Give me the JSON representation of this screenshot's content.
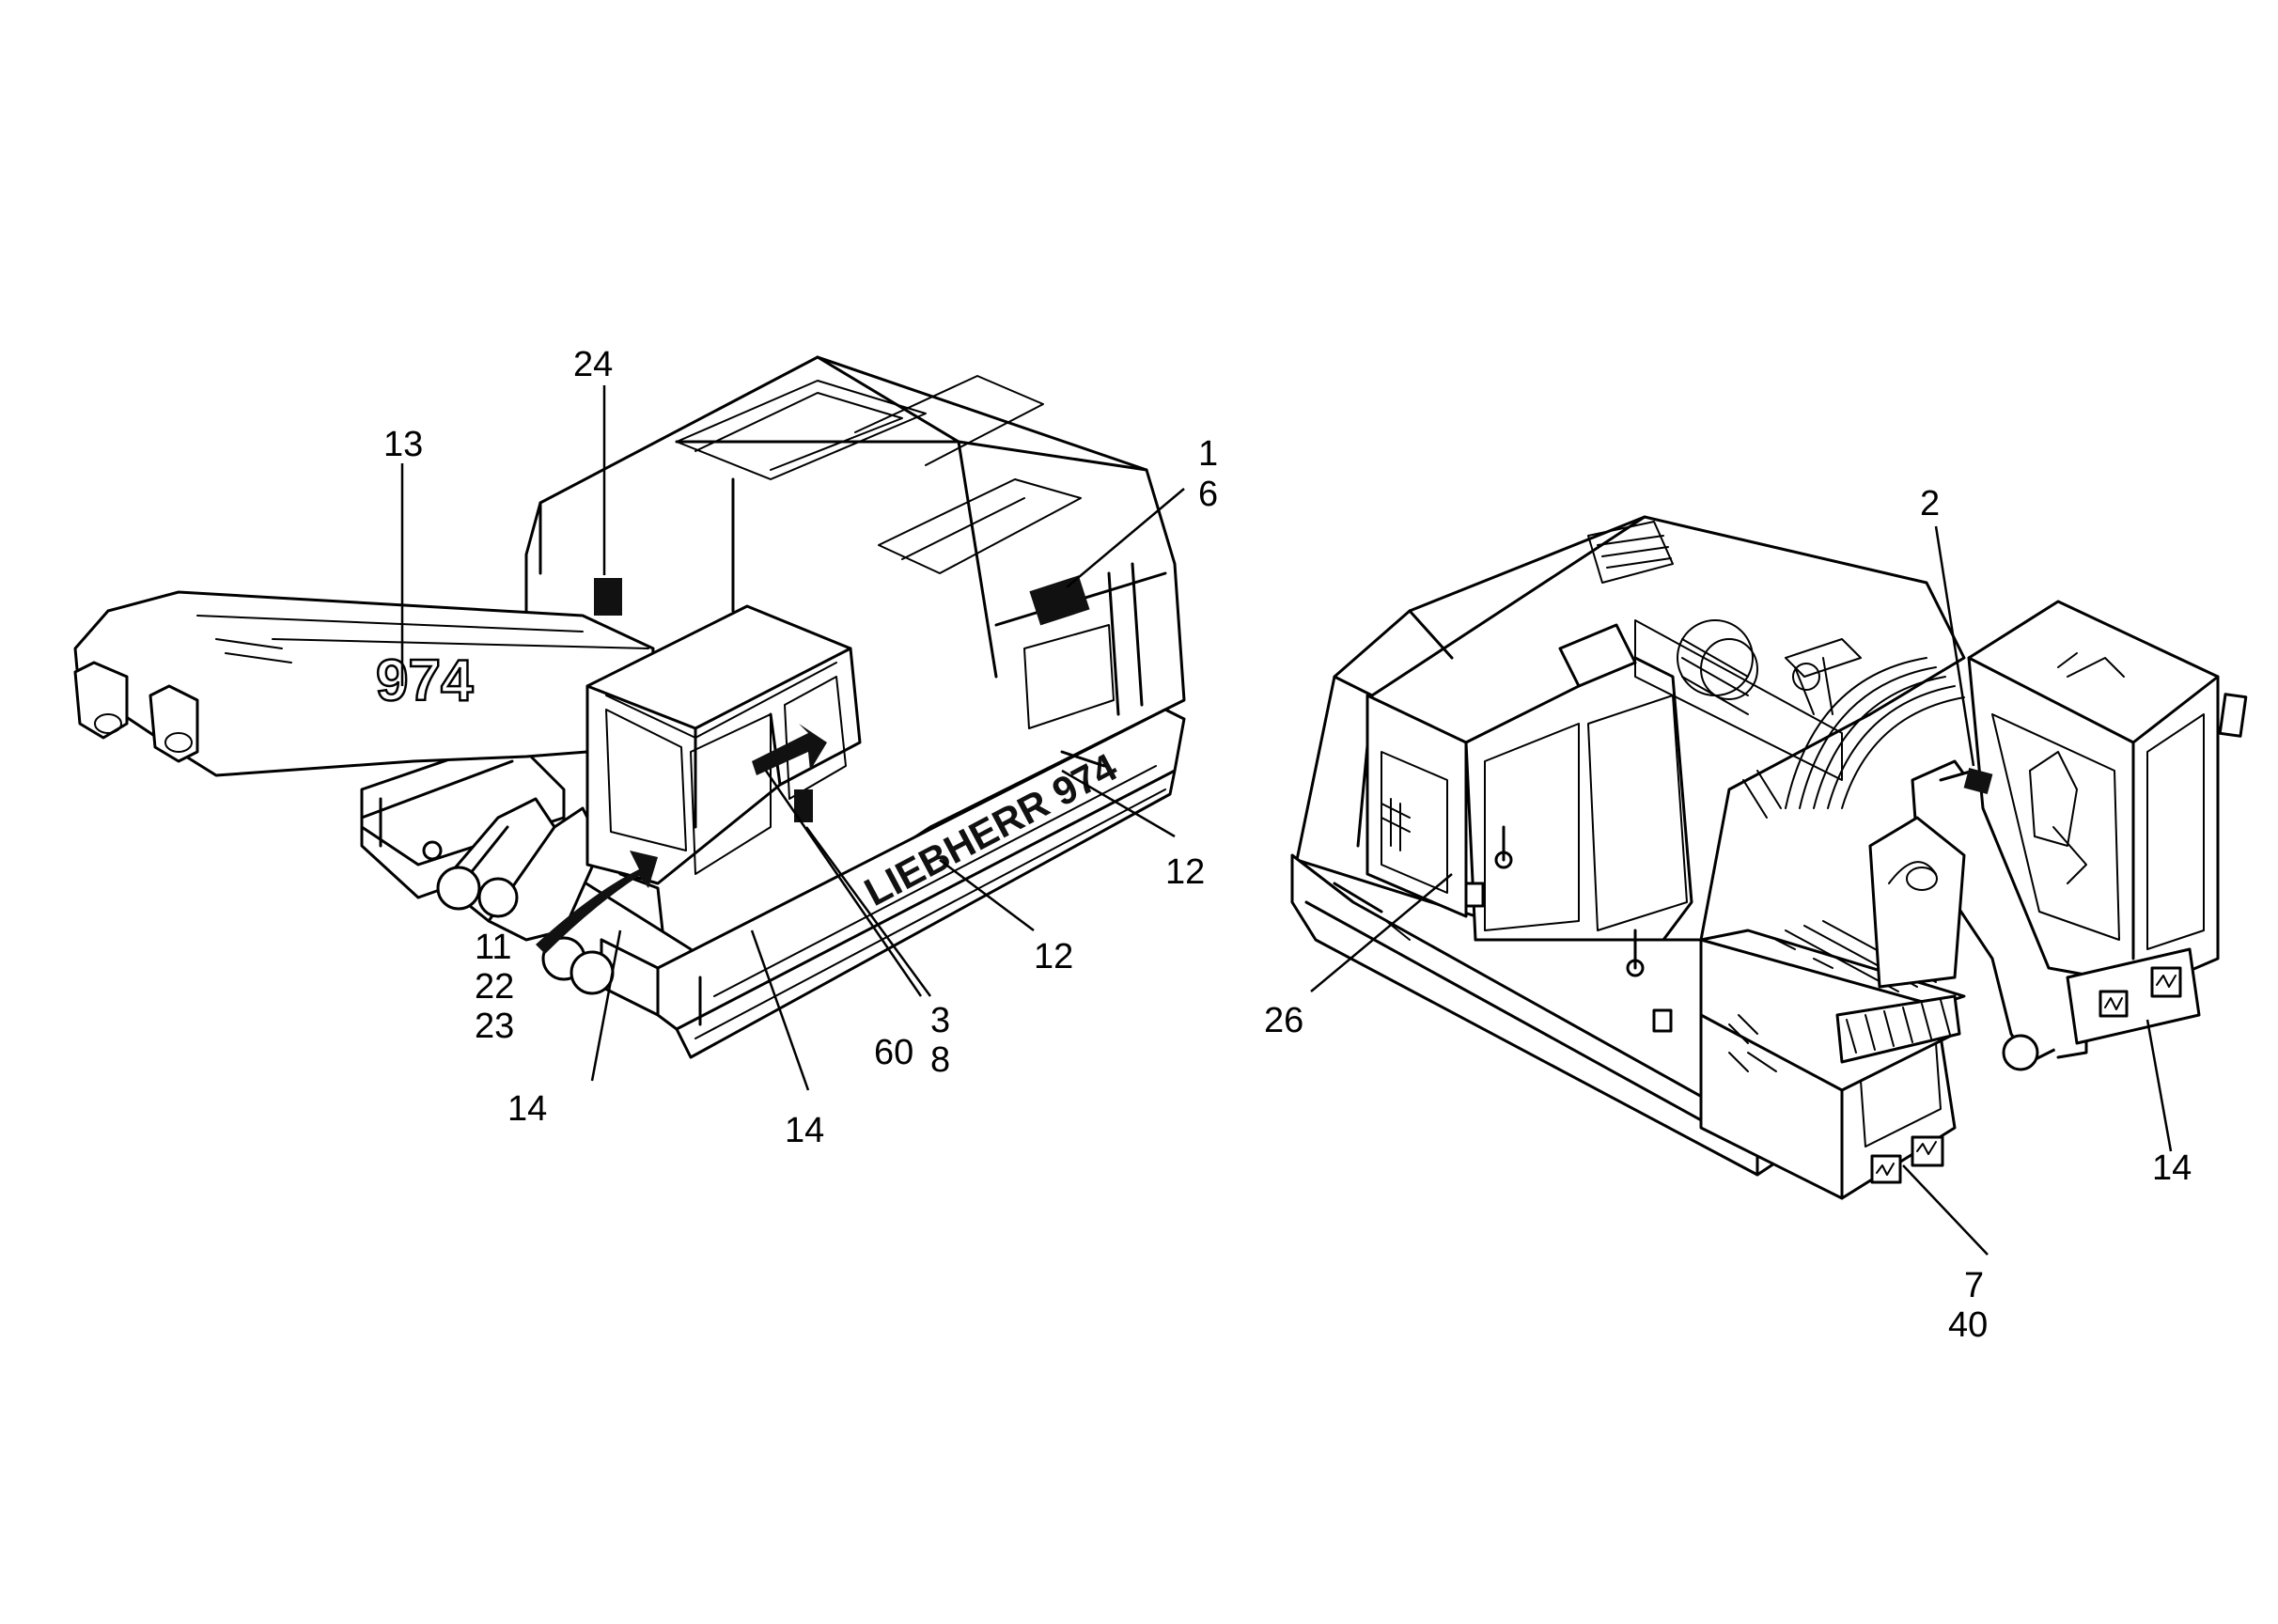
{
  "figure": {
    "left_view": {
      "boom_marking": "974",
      "counterweight_marking": "LIEBHERR 974",
      "callouts": [
        {
          "id": "c24",
          "lines": [
            "24"
          ]
        },
        {
          "id": "c13",
          "lines": [
            "13"
          ]
        },
        {
          "id": "c1-6",
          "lines": [
            "1",
            "6"
          ]
        },
        {
          "id": "c12a",
          "lines": [
            "12"
          ]
        },
        {
          "id": "c12b",
          "lines": [
            "12"
          ]
        },
        {
          "id": "c11-22-23",
          "lines": [
            "11",
            "22",
            "23"
          ]
        },
        {
          "id": "c14a",
          "lines": [
            "14"
          ]
        },
        {
          "id": "c14b",
          "lines": [
            "14"
          ]
        },
        {
          "id": "c60",
          "lines": [
            "60"
          ]
        },
        {
          "id": "c3-8",
          "lines": [
            "3",
            "8"
          ]
        }
      ]
    },
    "right_view": {
      "callouts": [
        {
          "id": "c2",
          "lines": [
            "2"
          ]
        },
        {
          "id": "c26",
          "lines": [
            "26"
          ]
        },
        {
          "id": "c14c",
          "lines": [
            "14"
          ]
        },
        {
          "id": "c7-40",
          "lines": [
            "7",
            "40"
          ]
        }
      ]
    }
  }
}
